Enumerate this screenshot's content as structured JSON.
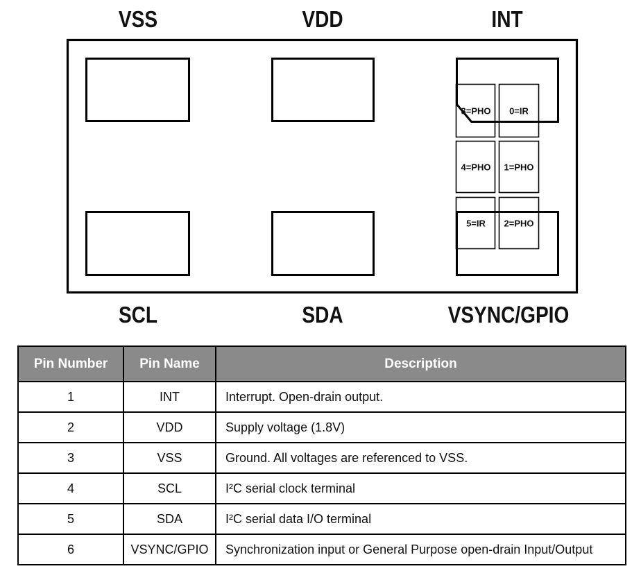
{
  "diagram": {
    "top_labels": [
      "VSS",
      "VDD",
      "INT"
    ],
    "bottom_labels": [
      "SCL",
      "SDA",
      "VSYNC/GPIO"
    ],
    "cells": [
      "3=PHO",
      "0=IR",
      "4=PHO",
      "1=PHO",
      "5=IR",
      "2=PHO"
    ],
    "colors": {
      "line": "#000000"
    }
  },
  "table": {
    "headers": [
      "Pin Number",
      "Pin Name",
      "Description"
    ],
    "rows": [
      {
        "number": "1",
        "name": "INT",
        "description": "Interrupt. Open-drain output."
      },
      {
        "number": "2",
        "name": "VDD",
        "description": "Supply voltage (1.8V)"
      },
      {
        "number": "3",
        "name": "VSS",
        "description": "Ground. All voltages are referenced to VSS."
      },
      {
        "number": "4",
        "name": "SCL",
        "description": "I²C serial clock terminal"
      },
      {
        "number": "5",
        "name": "SDA",
        "description": "I²C serial data I/O terminal"
      },
      {
        "number": "6",
        "name": "VSYNC/GPIO",
        "description": "Synchronization input or General Purpose open-drain Input/Output"
      }
    ],
    "colors": {
      "header_bg": "#8a8a8a",
      "header_text": "#ffffff",
      "border": "#000000"
    }
  }
}
